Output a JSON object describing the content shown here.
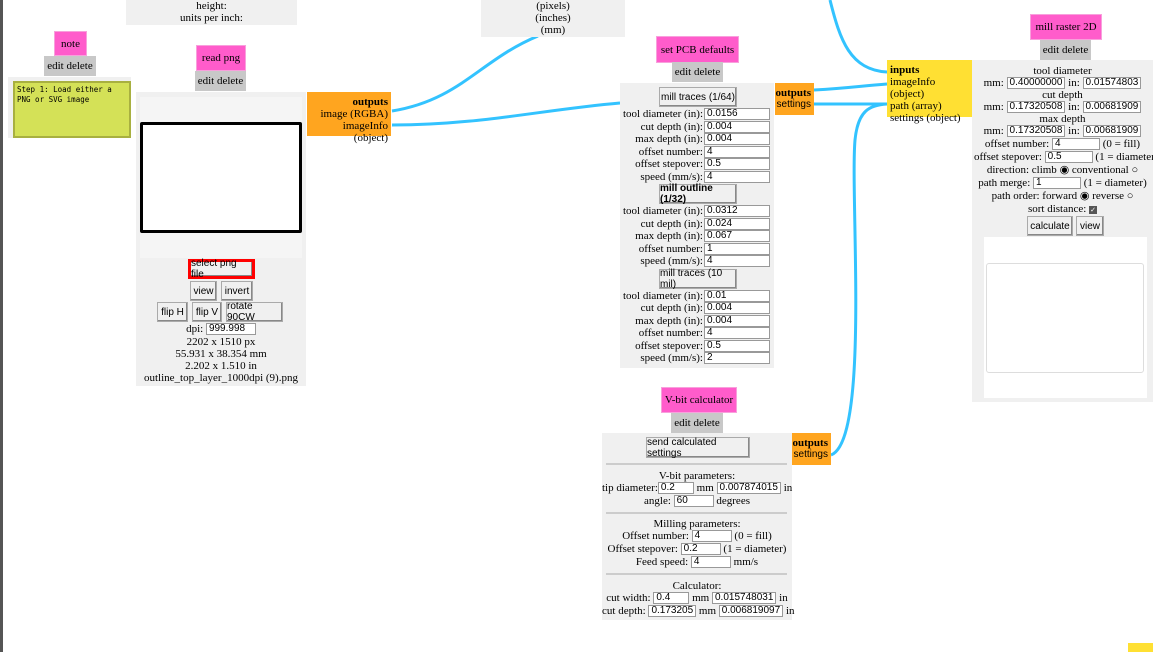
{
  "colors": {
    "wire": "#33c3ff",
    "title": "#ff5ccb",
    "outputs": "#ffa51f",
    "inputs": "#ffe033"
  },
  "top_box_1": {
    "line1": "height:",
    "line2": "units per inch:"
  },
  "top_box_2": {
    "line1": "(pixels)",
    "line2": "(inches)",
    "line3": "(mm)"
  },
  "edit_delete": "edit delete",
  "note": {
    "title": "note",
    "text": "Step 1: Load either a PNG or SVG image"
  },
  "read_png": {
    "title": "read png",
    "select": "select png file",
    "view": "view",
    "invert": "invert",
    "flip_h": "flip H",
    "flip_v": "flip V",
    "rotate": "rotate 90CW",
    "dpi_label": "dpi:",
    "dpi": "999.998",
    "px": "2202 x 1510 px",
    "mm": "55.931 x 38.354 mm",
    "in": "2.202 x 1.510 in",
    "file": "outline_top_layer_1000dpi (9).png",
    "outputs": {
      "label": "outputs",
      "items": [
        "image (RGBA)",
        "imageInfo (object)"
      ]
    }
  },
  "pcb": {
    "title": "set PCB defaults",
    "outputs": {
      "label": "outputs",
      "items": [
        "settings"
      ]
    },
    "groups": [
      {
        "button": "mill traces (1/64)",
        "fields": [
          {
            "label": "tool diameter (in):",
            "value": "0.0156"
          },
          {
            "label": "cut depth (in):",
            "value": "0.004"
          },
          {
            "label": "max depth (in):",
            "value": "0.004"
          },
          {
            "label": "offset number:",
            "value": "4"
          },
          {
            "label": "offset stepover:",
            "value": "0.5"
          },
          {
            "label": "speed (mm/s):",
            "value": "4"
          }
        ]
      },
      {
        "button": "mill outline (1/32)",
        "fields": [
          {
            "label": "tool diameter (in):",
            "value": "0.0312"
          },
          {
            "label": "cut depth (in):",
            "value": "0.024"
          },
          {
            "label": "max depth (in):",
            "value": "0.067"
          },
          {
            "label": "offset number:",
            "value": "1"
          },
          {
            "label": "speed (mm/s):",
            "value": "4"
          }
        ]
      },
      {
        "button": "mill traces (10 mil)",
        "fields": [
          {
            "label": "tool diameter (in):",
            "value": "0.01"
          },
          {
            "label": "cut depth (in):",
            "value": "0.004"
          },
          {
            "label": "max depth (in):",
            "value": "0.004"
          },
          {
            "label": "offset number:",
            "value": "4"
          },
          {
            "label": "offset stepover:",
            "value": "0.5"
          },
          {
            "label": "speed (mm/s):",
            "value": "2"
          }
        ]
      }
    ]
  },
  "raster": {
    "title": "mill raster 2D",
    "inputs": {
      "label": "inputs",
      "items": [
        "imageInfo (object)",
        "path (array)",
        "settings (object)"
      ]
    },
    "tool_diameter": "tool diameter",
    "cut_depth": "cut depth",
    "max_depth": "max depth",
    "mm": "mm:",
    "in": "in:",
    "td_mm": "0.40000000",
    "td_in": "0.01574803",
    "cd_mm": "0.17320508",
    "cd_in": "0.00681909",
    "md_mm": "0.17320508",
    "md_in": "0.00681909",
    "offset_number_label": "offset number:",
    "offset_number": "4",
    "offset_number_hint": "(0 = fill)",
    "offset_stepover_label": "offset stepover:",
    "offset_stepover": "0.5",
    "diameter_hint": "(1 = diameter)",
    "direction_label": "direction:",
    "climb": "climb",
    "conventional": "conventional",
    "path_merge_label": "path merge:",
    "path_merge": "1",
    "path_order_label": "path order:",
    "forward": "forward",
    "reverse": "reverse",
    "sort_distance": "sort distance:",
    "calculate": "calculate",
    "view": "view"
  },
  "vbit": {
    "title": "V-bit calculator",
    "send": "send calculated settings",
    "outputs": {
      "label": "outputs",
      "items": [
        "settings"
      ]
    },
    "vparams": "V-bit parameters:",
    "tip_label": "tip diameter:",
    "tip_mm": "0.2",
    "mm": "mm",
    "tip_in": "0.007874015",
    "in": "in",
    "angle_label": "angle:",
    "angle": "60",
    "degrees": "degrees",
    "mparams": "Milling parameters:",
    "on_label": "Offset number:",
    "on": "4",
    "on_hint": "(0 = fill)",
    "os_label": "Offset stepover:",
    "os": "0.2",
    "os_hint": "(1 = diameter)",
    "fs_label": "Feed speed:",
    "fs": "4",
    "fs_unit": "mm/s",
    "calc": "Calculator:",
    "cw_label": "cut width:",
    "cw_mm": "0.4",
    "cw_in": "0.015748031",
    "cd_label": "cut depth:",
    "cd_mm": "0.173205",
    "cd_in": "0.006819097"
  }
}
